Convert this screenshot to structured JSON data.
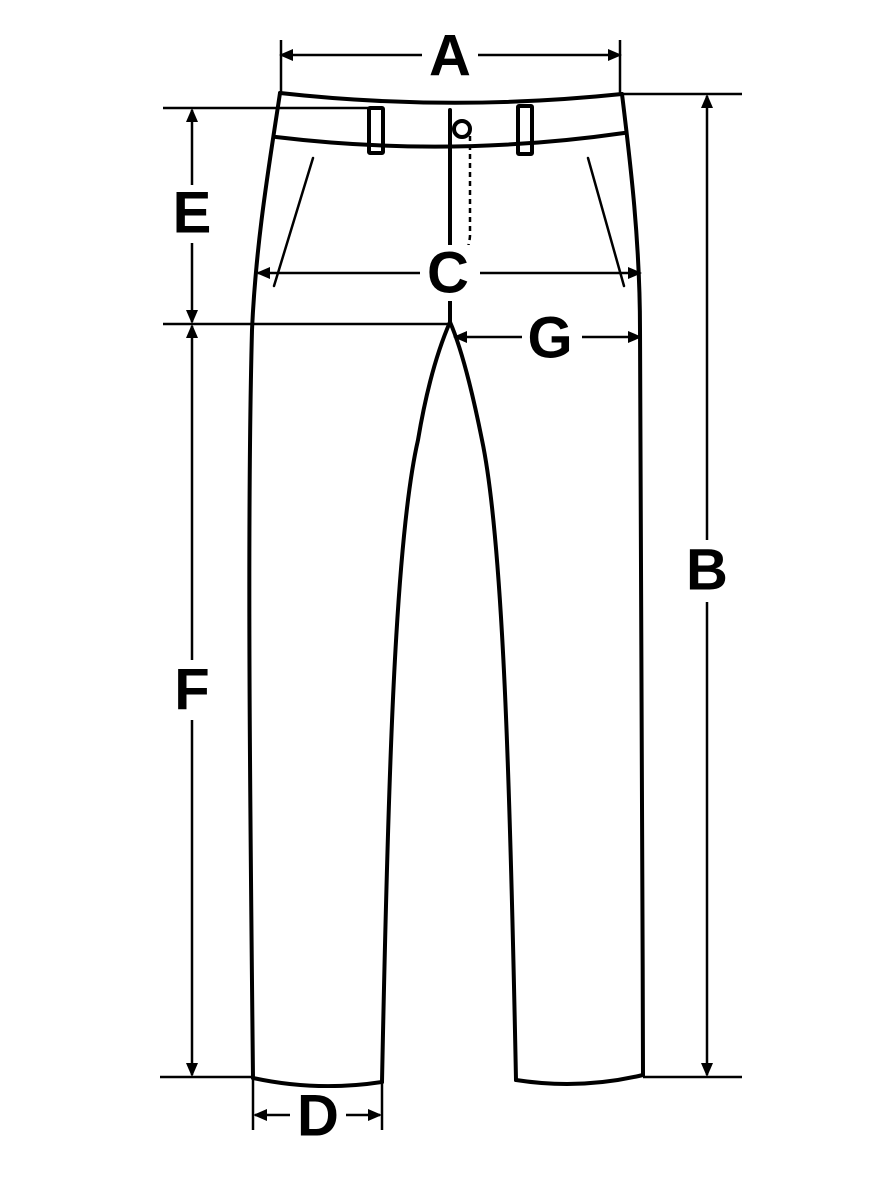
{
  "labels": {
    "waist": "A",
    "outseam": "B",
    "hip": "C",
    "leg_opening": "D",
    "front_rise": "E",
    "inseam": "F",
    "thigh": "G"
  }
}
